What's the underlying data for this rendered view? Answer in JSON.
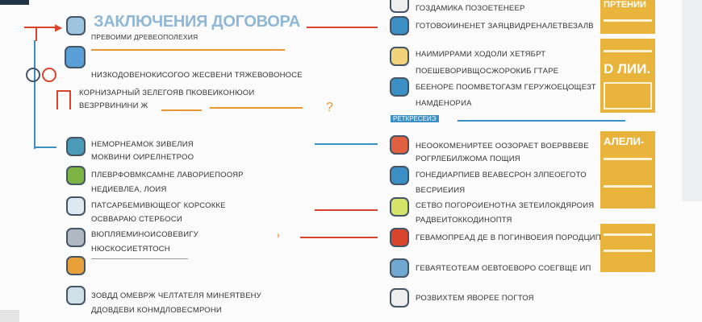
{
  "title": "ЗАКЛЮЧЕНИЯ ДОГОВОРА",
  "subtitle": "ПРЕВОИМИ ДРЕВЕОПОЛЕХИЯ",
  "left_items": [
    {
      "icon": "building-icon",
      "lines": [
        "ПРЕВОИМИ ДРЕВЕОПОЛЕХИЯ"
      ]
    },
    {
      "icon": "profile-icon",
      "lines": []
    },
    {
      "icon": "network-icon",
      "lines": [
        "НИЗКОДОВЕНОКИСОГОО ЖЕСВЕНИ ТЯЖЕВОВОНОСЕ"
      ]
    },
    {
      "icon": "pillars-icon",
      "lines": [
        "КОРНИЗАРНЫЙ ЗЕЛЕГОЯВ ПКОВЕИКОНЮОИ",
        "ВЕЗРРВИНИНИ Ж"
      ]
    },
    {
      "icon": "globe-icon",
      "lines": [
        "НЕМОРНЕАМОК ЗИВЕЛИЯ",
        "МОКВИНИ ОИРЕЛНЕТРОО"
      ]
    },
    {
      "icon": "map-icon",
      "lines": [
        "ПЛЕВРФОВМКСАМНЕ ЛАВОРИЕПООЯР",
        "НЕДИЕВЛЕА, ЛОИЯ"
      ]
    },
    {
      "icon": "plane-icon",
      "lines": [
        "ПАТСАРБЕМИВЮЩЕОГ КОРСОККЕ",
        "ОСВВАРАЮ СТЕРБОСИ"
      ]
    },
    {
      "icon": "document-icon",
      "lines": [
        "ВЮПЛЯЕМИНОИСОВЕВИГУ",
        "НЮСКОСИЕТЯТОСН"
      ]
    },
    {
      "icon": "compass-icon",
      "lines": []
    },
    {
      "icon": "ticket-icon",
      "lines": [
        "ЗОВДД ОМЕВРЖ ЧЕЛТАТЕЛЯ МИНЕЯТВЕНУ",
        "ДДОВДЕВИ КОНМДЛОВЕСМРОНИ"
      ]
    }
  ],
  "right_items": [
    {
      "icon": "clock-icon",
      "lines": [
        "ГОЗДАМИКА ПОЗОЕТЕНЕЕР"
      ]
    },
    {
      "icon": "person-icon",
      "lines": [
        "ГОТОВОИИНЕНЕТ ЗАЯЦВИДРЕНАЛЕТВЕЗАЛВ"
      ]
    },
    {
      "icon": "calendar-icon",
      "lines": [
        "НАИМИРРАМИ ХОДОЛИ ХЕТЯБРТ",
        "ПОЕШЕВОРИВЩОСЖОРОКИБ ГТАРЕ"
      ]
    },
    {
      "icon": "user-icon",
      "lines": [
        "БЕЕНОРЕ ПООМВЕТОГАЗМ ГЕРУЖОЕЦОЩЕЗТ",
        "НАМДЕНОРИА"
      ]
    },
    {
      "icon": "car-icon",
      "lines": [
        "НЕООКОМЕНИРТЕЕ ООЗОРАЕТ ВОЕРВВЕВЕ",
        "РОГРЛЕБИЛЖОМА ПОЩИЯ"
      ]
    },
    {
      "icon": "plant-icon",
      "lines": [
        "ГОНЕДИАРПИЕВ ВЕАВЕСРОН ЗЛПЕОЕГОТО",
        "ВЕСРИЕИИЯ"
      ]
    },
    {
      "icon": "pie-icon",
      "lines": [
        "СЕТВО ПОГОРОИЕНОТНА ЗЕТЕИЛОКДЯРОИЯ",
        "РАДВЕИТОККОДИНОПТЯ"
      ]
    },
    {
      "icon": "face-icon",
      "lines": [
        "ГЕВАМОПРЕАД ДЕ В ПОГИНВОЕИЯ ПОРОДЦИП"
      ]
    },
    {
      "icon": "tree-icon",
      "lines": [
        "ГЕВАЯТЕОТЕАМ ОЕВТОЕВОРО СОЕГВЩЕ ИП"
      ]
    },
    {
      "icon": "robot-icon",
      "lines": [
        "РОЗВИХТЕМ ЯВОРЕЕ  ПОГТОЯ"
      ]
    }
  ],
  "divider_label": "РЕТКРЕСЕИЭ",
  "side_panels": [
    "ПРТЕНИИ",
    "D ЛИИ.",
    "АЛЕЛИ-"
  ],
  "accent_colors": {
    "blue": "#3b8fc4",
    "orange": "#e8962f",
    "red": "#d9452c",
    "yellow": "#e8b43c"
  }
}
